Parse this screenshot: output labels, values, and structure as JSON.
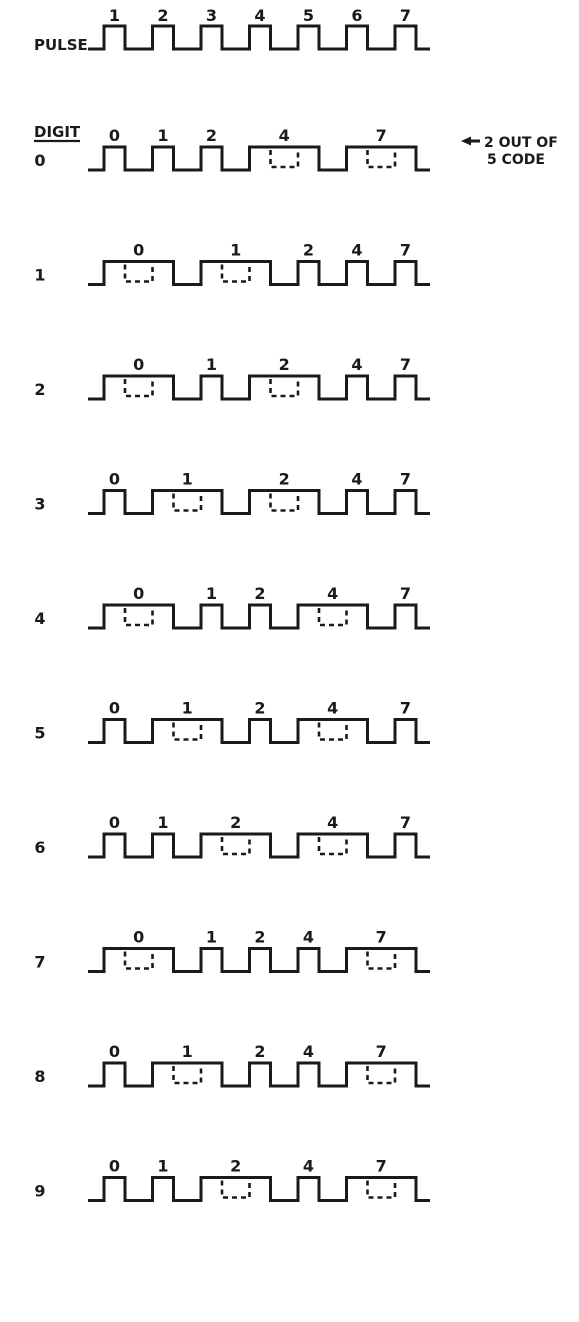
{
  "header": {
    "pulse_label": "PULSE",
    "pulse_numbers": [
      "1",
      "2",
      "3",
      "4",
      "5",
      "6",
      "7"
    ],
    "digit_heading": "DIGIT",
    "code_note_line1": "2 OUT OF",
    "code_note_line2": "5 CODE"
  },
  "rows": [
    {
      "digit": "0",
      "labels": [
        "0",
        "1",
        "2",
        "4",
        "7"
      ],
      "combined_pairs": [
        [
          4,
          5
        ],
        [
          6,
          7
        ]
      ]
    },
    {
      "digit": "1",
      "labels": [
        "0",
        "1",
        "2",
        "4",
        "7"
      ],
      "combined_pairs": [
        [
          1,
          2
        ],
        [
          3,
          4
        ]
      ]
    },
    {
      "digit": "2",
      "labels": [
        "0",
        "1",
        "2",
        "4",
        "7"
      ],
      "combined_pairs": [
        [
          1,
          2
        ],
        [
          4,
          5
        ]
      ]
    },
    {
      "digit": "3",
      "labels": [
        "0",
        "1",
        "2",
        "4",
        "7"
      ],
      "combined_pairs": [
        [
          2,
          3
        ],
        [
          4,
          5
        ]
      ]
    },
    {
      "digit": "4",
      "labels": [
        "0",
        "1",
        "2",
        "4",
        "7"
      ],
      "combined_pairs": [
        [
          1,
          2
        ],
        [
          5,
          6
        ]
      ]
    },
    {
      "digit": "5",
      "labels": [
        "0",
        "1",
        "2",
        "4",
        "7"
      ],
      "combined_pairs": [
        [
          2,
          3
        ],
        [
          5,
          6
        ]
      ]
    },
    {
      "digit": "6",
      "labels": [
        "0",
        "1",
        "2",
        "4",
        "7"
      ],
      "combined_pairs": [
        [
          3,
          4
        ],
        [
          5,
          6
        ]
      ]
    },
    {
      "digit": "7",
      "labels": [
        "0",
        "1",
        "2",
        "4",
        "7"
      ],
      "combined_pairs": [
        [
          1,
          2
        ],
        [
          6,
          7
        ]
      ]
    },
    {
      "digit": "8",
      "labels": [
        "0",
        "1",
        "2",
        "4",
        "7"
      ],
      "combined_pairs": [
        [
          2,
          3
        ],
        [
          6,
          7
        ]
      ]
    },
    {
      "digit": "9",
      "labels": [
        "0",
        "1",
        "2",
        "4",
        "7"
      ],
      "combined_pairs": [
        [
          3,
          4
        ],
        [
          6,
          7
        ]
      ]
    }
  ]
}
